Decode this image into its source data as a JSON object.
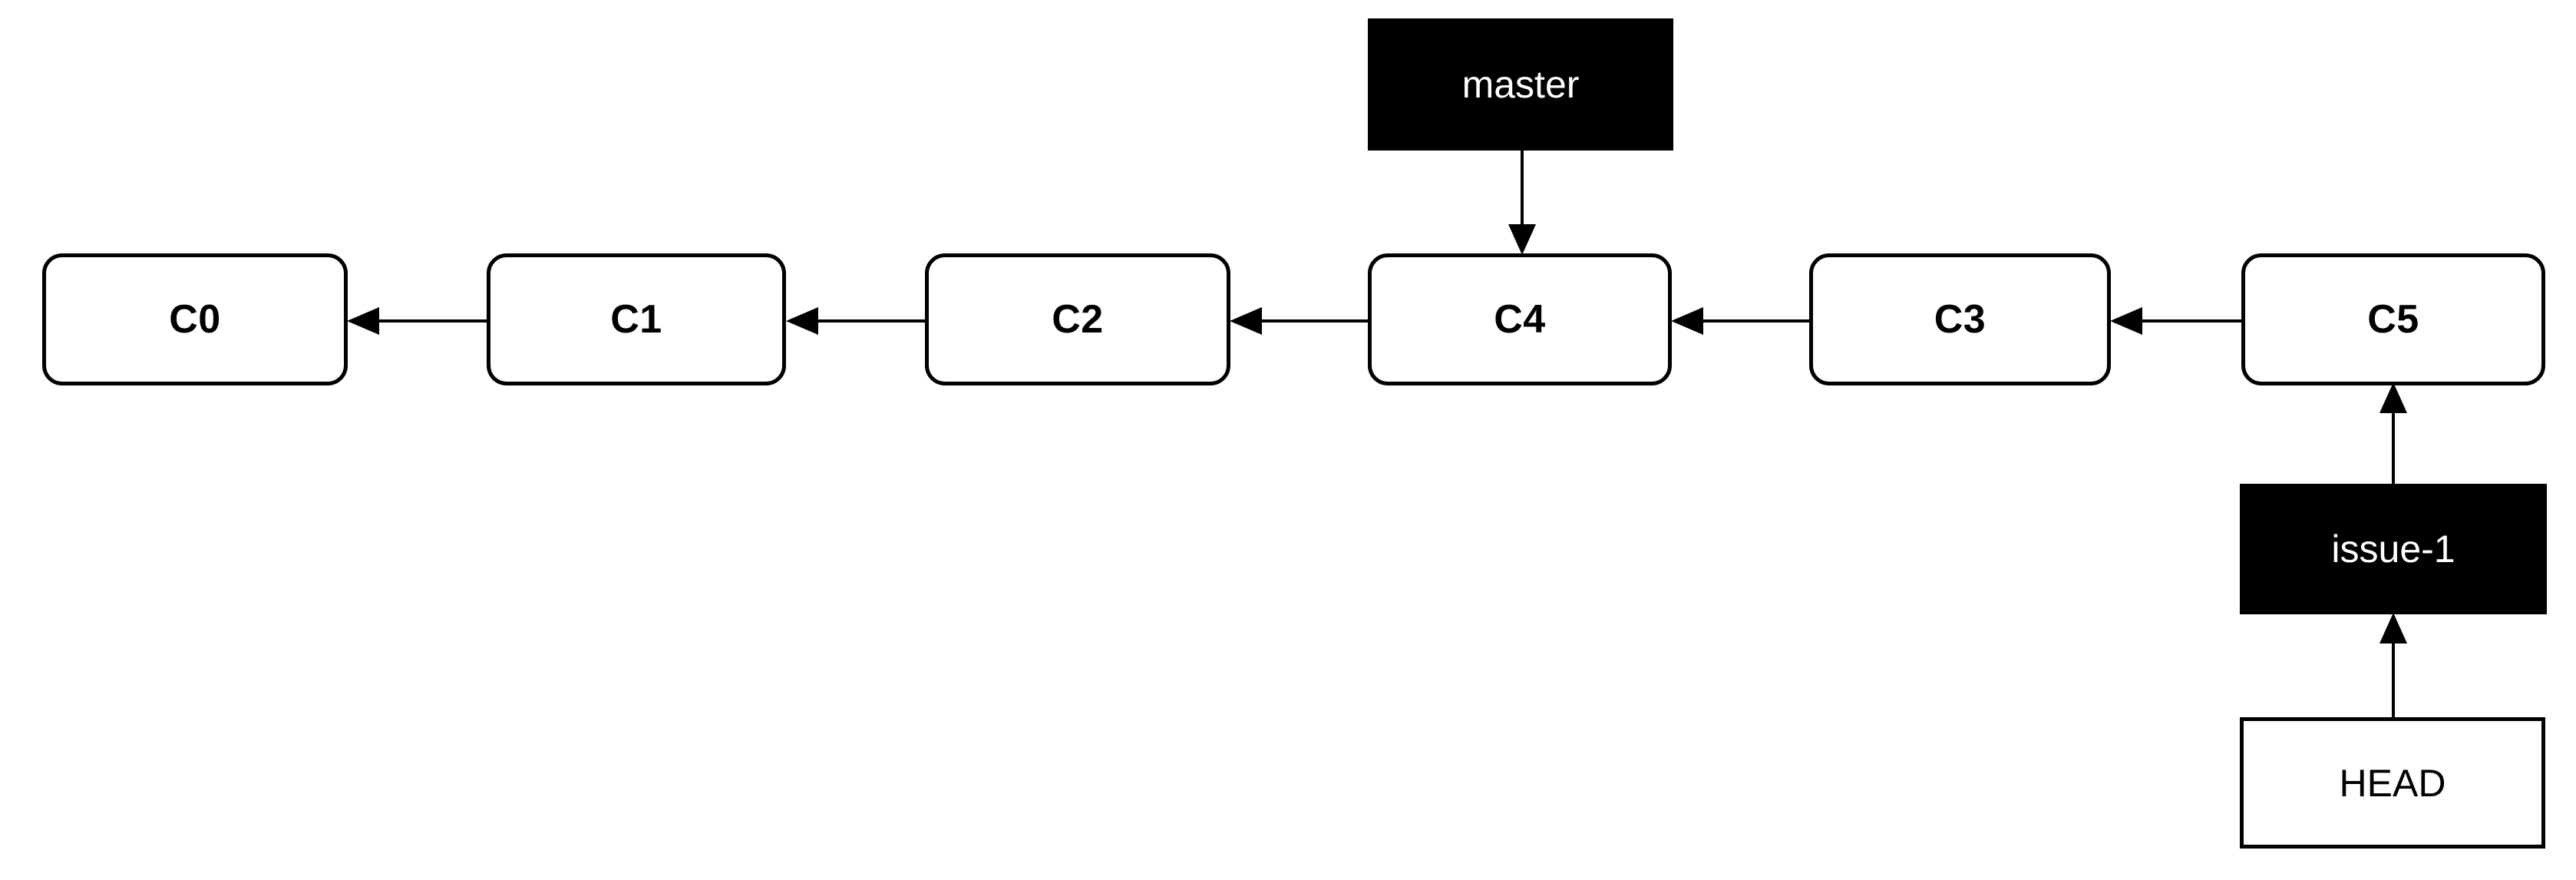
{
  "diagram": {
    "type": "git-commit-graph",
    "background_color": "#ffffff",
    "stroke_color": "#000000",
    "ref_fill_color": "#000000",
    "ref_text_color": "#ffffff",
    "commit_fill_color": "#ffffff",
    "commit_text_color": "#000000"
  },
  "commits": [
    {
      "id": "c0",
      "label": "C0"
    },
    {
      "id": "c1",
      "label": "C1"
    },
    {
      "id": "c2",
      "label": "C2"
    },
    {
      "id": "c4",
      "label": "C4"
    },
    {
      "id": "c3",
      "label": "C3"
    },
    {
      "id": "c5",
      "label": "C5"
    }
  ],
  "refs": [
    {
      "id": "master",
      "label": "master",
      "points_to": "C4"
    },
    {
      "id": "issue-1",
      "label": "issue-1",
      "points_to": "C5"
    },
    {
      "id": "head",
      "label": "HEAD",
      "points_to": "issue-1"
    }
  ],
  "edges": [
    {
      "from": "C1",
      "to": "C0"
    },
    {
      "from": "C2",
      "to": "C1"
    },
    {
      "from": "C4",
      "to": "C2"
    },
    {
      "from": "C3",
      "to": "C4"
    },
    {
      "from": "C5",
      "to": "C3"
    },
    {
      "from": "master",
      "to": "C4"
    },
    {
      "from": "issue-1",
      "to": "C5"
    },
    {
      "from": "HEAD",
      "to": "issue-1"
    }
  ]
}
